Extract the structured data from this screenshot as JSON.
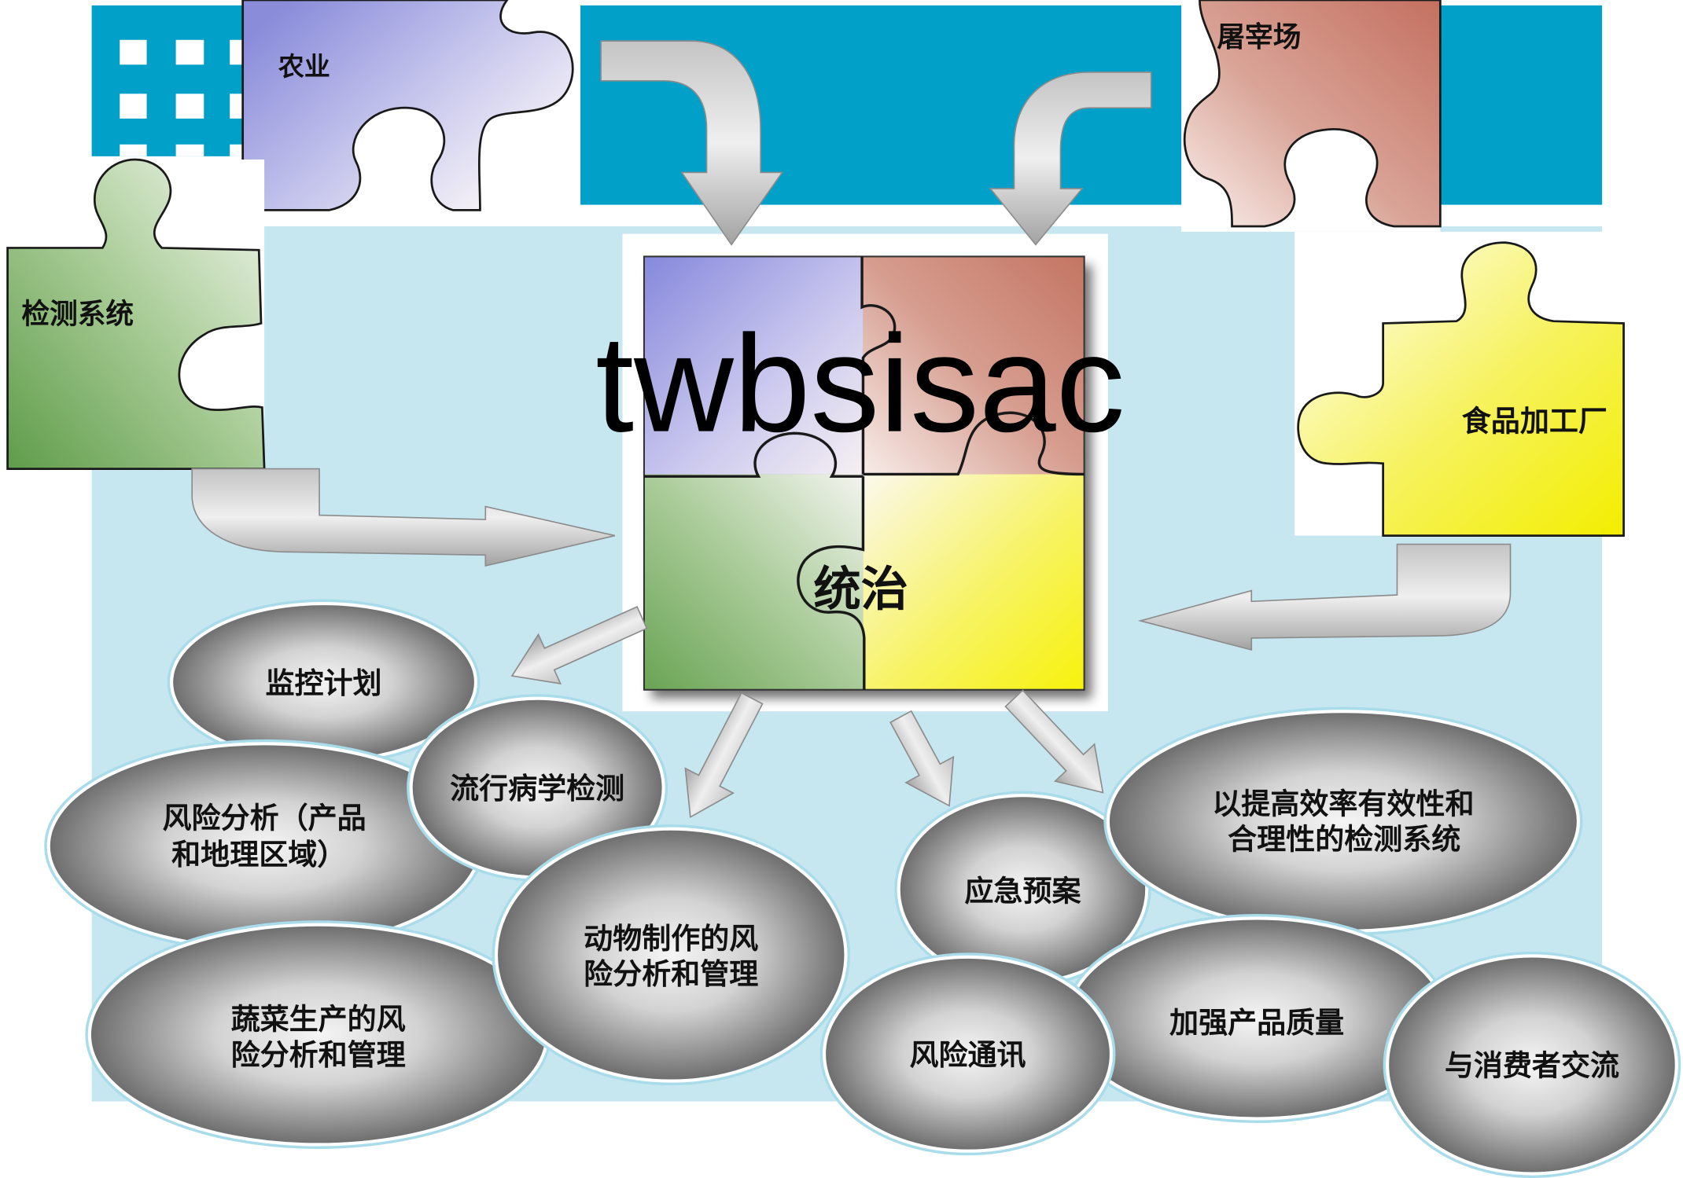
{
  "center": {
    "title": "twbsisac",
    "label": "统治"
  },
  "pieces": [
    {
      "label": "农业"
    },
    {
      "label": "屠宰场"
    },
    {
      "label": "检测系统"
    },
    {
      "label": "食品加工厂"
    }
  ],
  "ellipses": [
    {
      "lines": [
        "监控计划"
      ]
    },
    {
      "lines": [
        "风险分析（产品",
        "和地理区域）"
      ]
    },
    {
      "lines": [
        "流行病学检测"
      ]
    },
    {
      "lines": [
        "蔬菜生产的风",
        "险分析和管理"
      ]
    },
    {
      "lines": [
        "动物制作的风",
        "险分析和管理"
      ]
    },
    {
      "lines": [
        "应急预案"
      ]
    },
    {
      "lines": [
        "以提高效率有效性和",
        "合理性的检测系统"
      ]
    },
    {
      "lines": [
        "加强产品质量"
      ]
    },
    {
      "lines": [
        "风险通讯"
      ]
    },
    {
      "lines": [
        "与消费者交流"
      ]
    }
  ],
  "colors": {
    "band_blue": "#00a0c8",
    "panel_blue": "#c6e6f0",
    "agriculture_purple": "#8a8cda",
    "slaughter_salmon": "#c47562",
    "detection_green": "#62a04c",
    "factory_yellow": "#f3ee00",
    "bubble_gray": "#6d6d6d"
  }
}
